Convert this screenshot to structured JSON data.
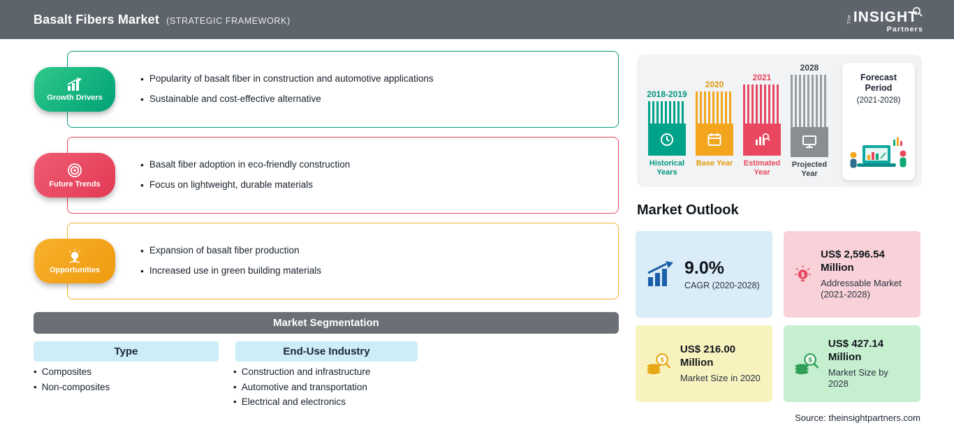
{
  "header": {
    "title": "Basalt Fibers Market",
    "subtitle": "(STRATEGIC FRAMEWORK)",
    "bg_color": "#5e646b",
    "logo": {
      "the": "The",
      "insight": "INSIGHT",
      "partners": "Partners"
    }
  },
  "sections": [
    {
      "label": "Growth Drivers",
      "icon": "bar-chart-growth-icon",
      "color": "#0aa176",
      "bullets": [
        "Popularity of basalt fiber in construction and automotive applications",
        "Sustainable and cost-effective alternative"
      ]
    },
    {
      "label": "Future Trends",
      "icon": "target-icon",
      "color": "#e8475f",
      "bullets": [
        "Basalt fiber adoption in eco-friendly construction",
        "Focus on lightweight, durable materials"
      ]
    },
    {
      "label": "Opportunities",
      "icon": "lightbulb-icon",
      "color": "#f2a51d",
      "bullets": [
        "Expansion of basalt fiber production",
        "Increased use in green building materials"
      ]
    }
  ],
  "segmentation": {
    "title": "Market Segmentation",
    "columns": [
      {
        "header": "Type",
        "items": [
          "Composites",
          "Non-composites"
        ]
      },
      {
        "header": "End-Use Industry",
        "items": [
          "Construction and infrastructure",
          "Automotive and transportation",
          "Electrical and electronics"
        ]
      }
    ]
  },
  "timeline": {
    "items": [
      {
        "year": "2018-2019",
        "label": "Historical Years",
        "color": "#00a38a",
        "icon": "history-clock-icon"
      },
      {
        "year": "2020",
        "label": "Base Year",
        "color": "#f2a51d",
        "icon": "calendar-icon"
      },
      {
        "year": "2021",
        "label": "Estimated Year",
        "color": "#e8475f",
        "icon": "estimate-chart-icon"
      },
      {
        "year": "2028",
        "label": "Projected Year",
        "color": "#8a8d91",
        "icon": "monitor-icon"
      }
    ],
    "forecast_title": "Forecast Period",
    "forecast_range": "(2021-2028)"
  },
  "outlook": {
    "title": "Market Outlook",
    "cards": [
      {
        "value": "9.0%",
        "desc": "CAGR (2020-2028)",
        "bg": "#d9ecf8",
        "icon": "growth-arrow-chart-icon"
      },
      {
        "value": "US$ 2,596.54 Million",
        "desc": "Addressable Market (2021-2028)",
        "bg": "#f8d2d8",
        "icon": "dollar-bulb-icon"
      },
      {
        "value": "US$ 216.00 Million",
        "desc": "Market Size in 2020",
        "bg": "#f8f2be",
        "icon": "coins-magnifier-icon"
      },
      {
        "value": "US$ 427.14 Million",
        "desc": "Market Size by 2028",
        "bg": "#c6efcf",
        "icon": "coins-magnifier-icon"
      }
    ]
  },
  "source": "Source: theinsightpartners.com"
}
